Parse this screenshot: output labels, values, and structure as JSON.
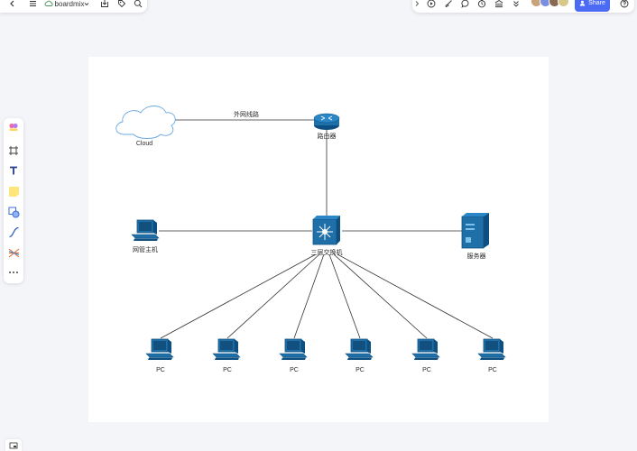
{
  "app": {
    "brand_name": "boardmix",
    "share_label": "Share",
    "accent_color": "#4c6bf5"
  },
  "toolbar_left": {
    "icons": [
      "back-icon",
      "menu-icon",
      "cloud-sync-icon",
      "chevron-down-icon",
      "download-icon",
      "tag-icon",
      "search-icon"
    ]
  },
  "toolbar_right": {
    "icons": [
      "collapse-icon",
      "play-icon",
      "brush-icon",
      "comment-icon",
      "timer-icon",
      "library-icon",
      "expand-more-icon",
      "help-icon"
    ]
  },
  "left_tools": [
    "color-palette-icon",
    "frame-icon",
    "text-icon",
    "sticky-note-icon",
    "shape-icon",
    "connector-icon",
    "mindmap-icon",
    "more-icon"
  ],
  "diagram": {
    "nodes": {
      "cloud": "Cloud",
      "router": "路由器",
      "core_switch": "三层交换机",
      "admin_host": "网管主机",
      "server": "服务器",
      "pcs": [
        "PC",
        "PC",
        "PC",
        "PC",
        "PC",
        "PC"
      ]
    },
    "edges": {
      "external_line": "外网线路"
    },
    "colors": {
      "device": "#1f6fa8",
      "device_dark": "#0d4f80",
      "cloud_stroke": "#6aa9e0",
      "line": "#333333"
    }
  }
}
